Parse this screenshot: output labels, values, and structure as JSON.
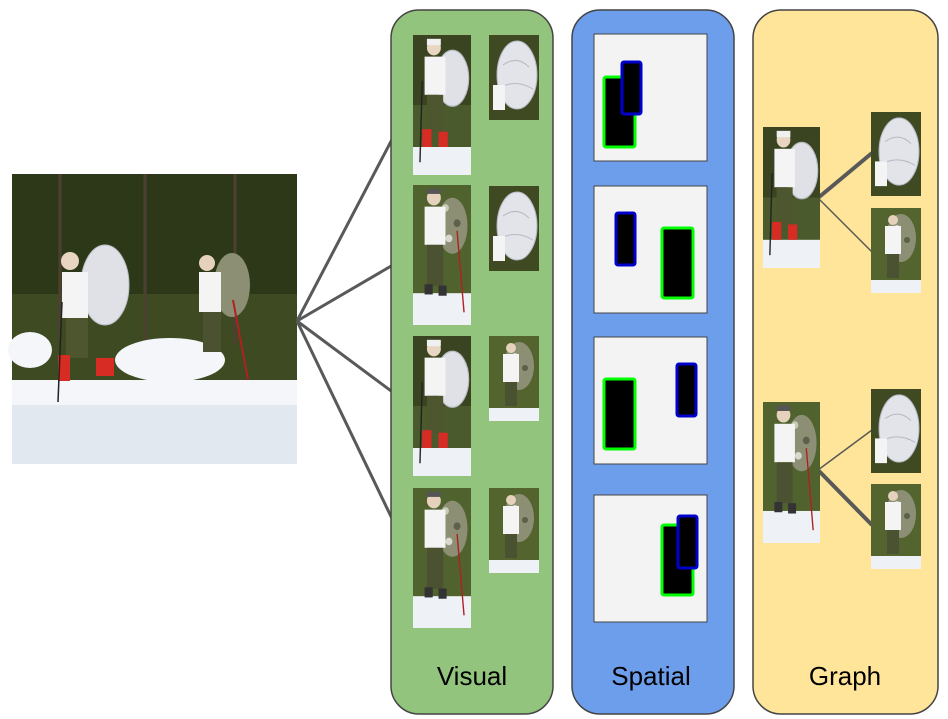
{
  "panels": {
    "visual": {
      "label": "Visual",
      "color": "#93c47d"
    },
    "spatial": {
      "label": "Spatial",
      "color": "#6d9eeb"
    },
    "graph": {
      "label": "Graph",
      "color": "#ffe599"
    }
  },
  "colors": {
    "arrow": "#595959",
    "subject_box": "#00ff00",
    "object_box": "#0000cc",
    "box_fill": "#000000",
    "spatial_bg": "#f3f3f3",
    "snow": "#f4f6fa",
    "forest": "#3d4a22",
    "backpack": "#dfe1e6",
    "camo": "#8c8f74"
  },
  "icons": {
    "input_photo": "two-snowshoers-photo",
    "person_a": "hiker-with-white-backpack",
    "person_b": "hiker-with-camo-backpack"
  }
}
